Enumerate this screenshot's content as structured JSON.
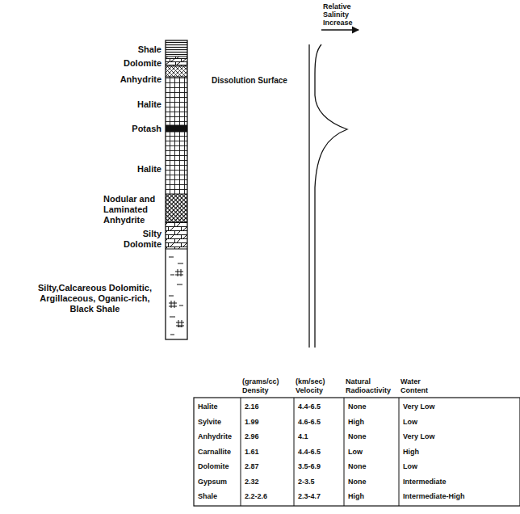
{
  "diagram": {
    "nodes": [
      {
        "text": [
          "Shale"
        ]
      },
      {
        "text": [
          "Dolomite"
        ]
      },
      {
        "text": [
          "Anhydrite"
        ]
      },
      {
        "text": [
          "Halite"
        ]
      },
      {
        "text": [
          "Potash"
        ]
      },
      {
        "text": [
          "Halite"
        ]
      },
      {
        "text": [
          "Nodular and Laminated Anhydrite"
        ]
      },
      {
        "text": [
          "Silty Dolomite"
        ]
      },
      {
        "text": [
          "Silty,Calcareous Dolomitic, Argillaceous, Oganic-rich, Black Shale"
        ]
      }
    ],
    "labels": [
      "Relative Salinity Increase",
      "Dissolution Surface",
      "(grams/cc) Density",
      "(km/sec) Velocity",
      "Natural Radioactivity",
      "Water Content",
      "Halite",
      "2.16",
      "4.4-6.5",
      "None",
      "Very Low",
      "Sylvite",
      "1.99",
      "4.6-6.5",
      "High",
      "Low",
      "Anhydrite",
      "2.96",
      "4.1",
      "None",
      "Very Low",
      "Carnallite",
      "1.61",
      "4.4-6.5",
      "Low",
      "High",
      "Dolomite",
      "2.87",
      "3.5-6.9",
      "None",
      "Low",
      "Gypsum",
      "2.32",
      "2-3.5",
      "None",
      "Intermediate",
      "Shale",
      "2.2-2.6",
      "2.3-4.7",
      "High",
      "Intermediate-High"
    ]
  }
}
